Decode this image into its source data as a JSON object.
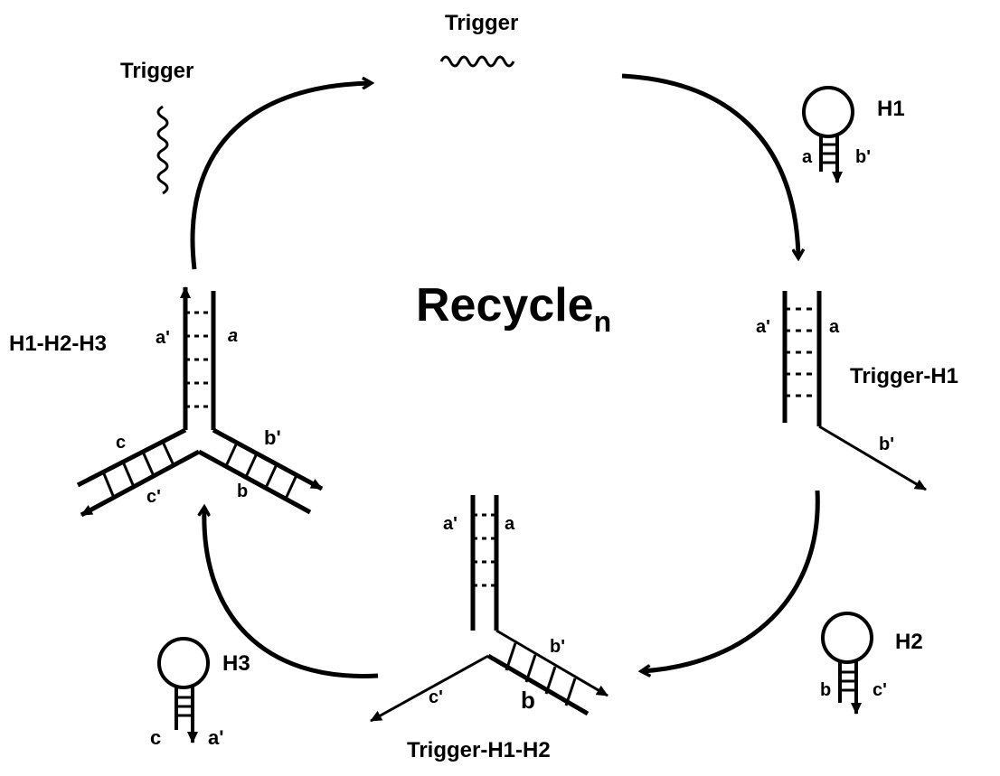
{
  "center_label": {
    "text": "Recycle",
    "subscript": "n"
  },
  "labels": {
    "trigger_top": "Trigger",
    "trigger_left": "Trigger",
    "h1": "H1",
    "h2": "H2",
    "h3": "H3",
    "trigger_h1": "Trigger-H1",
    "trigger_h1_h2": "Trigger-H1-H2",
    "h1_h2_h3": "H1-H2-H3"
  },
  "domains": {
    "a": "a",
    "a_prime": "a'",
    "b": "b",
    "b_prime": "b'",
    "c": "c",
    "c_prime": "c'"
  }
}
